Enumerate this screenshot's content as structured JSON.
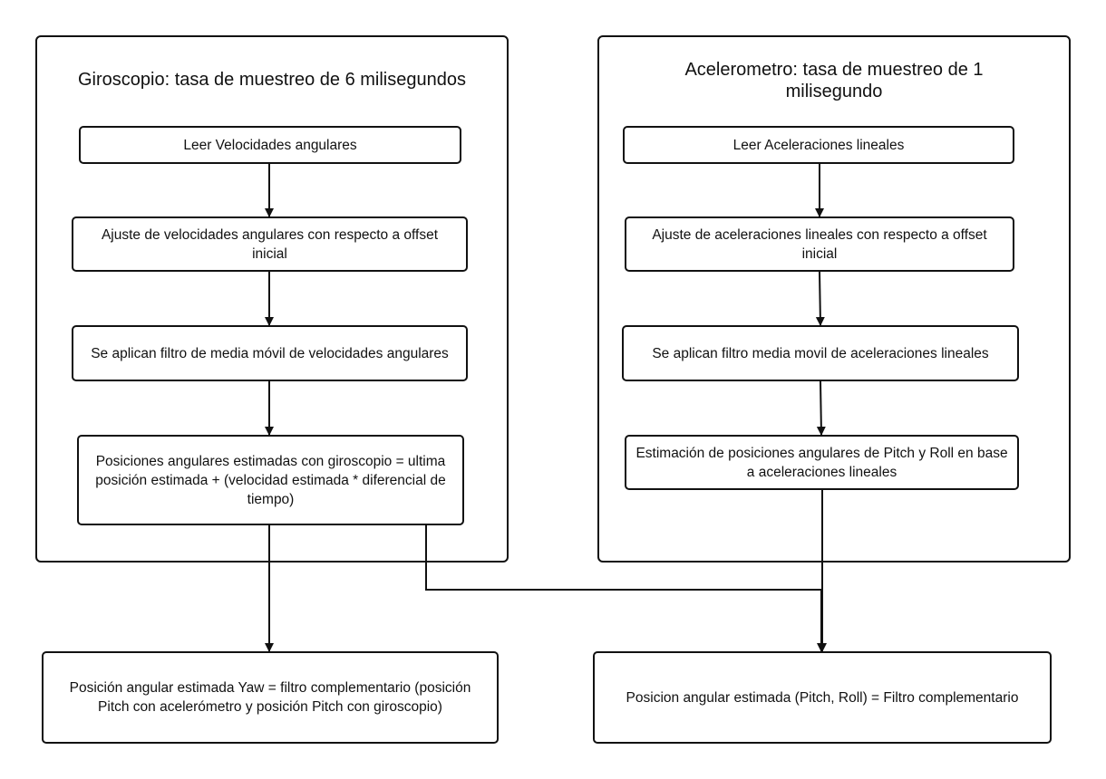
{
  "groups": {
    "gyro_title": "Giroscopio: tasa de muestreo de 6 milisegundos",
    "accel_title": "Acelerometro: tasa de muestreo de 1 milisegundo"
  },
  "nodes": {
    "gyro_read": "Leer Velocidades angulares",
    "gyro_offset": "Ajuste de velocidades angulares con respecto a offset inicial",
    "gyro_filter": "Se aplican filtro de media móvil de velocidades angulares",
    "gyro_position": "Posiciones angulares estimadas con giroscopio = ultima posición estimada + (velocidad estimada * diferencial de tiempo)",
    "accel_read": "Leer Aceleraciones lineales",
    "accel_offset": "Ajuste de aceleraciones lineales con respecto a offset inicial",
    "accel_filter": "Se aplican filtro media movil de aceleraciones lineales",
    "accel_position": "Estimación de posiciones angulares de Pitch y Roll en base a aceleraciones lineales",
    "yaw_output": "Posición angular estimada Yaw = filtro complementario (posición Pitch con acelerómetro y posición Pitch con giroscopio)",
    "pitch_roll_output": "Posicion angular estimada (Pitch, Roll) = Filtro complementario"
  },
  "colors": {
    "stroke": "#111111",
    "background": "#ffffff"
  }
}
